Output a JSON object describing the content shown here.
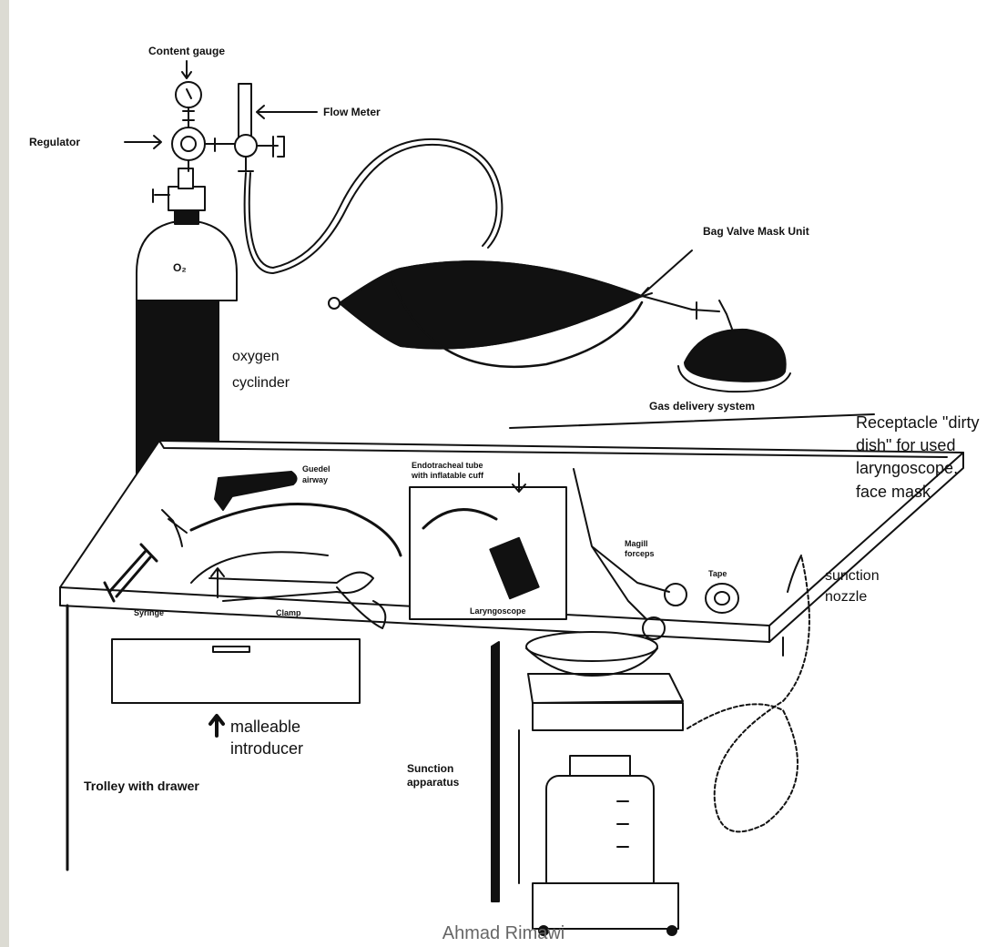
{
  "labels": {
    "content_gauge": "Content gauge",
    "flow_meter": "Flow Meter",
    "regulator": "Regulator",
    "cylinder_mark": "O₂",
    "bag_valve_mask": "Bag Valve Mask Unit",
    "oxygen": "oxygen",
    "cylinder": "cyclinder",
    "gas_delivery": "Gas delivery system",
    "receptacle_1": "Receptacle \"dirty",
    "receptacle_2": "dish\" for used",
    "receptacle_3": "laryngoscope,",
    "receptacle_4": "face mask",
    "guedel_1": "Guedel",
    "guedel_2": "airway",
    "et_tube_1": "Endotracheal tube",
    "et_tube_2": "with inflatable cuff",
    "magill_1": "Magill",
    "magill_2": "forceps",
    "tape": "Tape",
    "syringe": "Syringe",
    "clamp": "Clamp",
    "laryngoscope": "Laryngoscope",
    "suction_nozzle_1": "sunction",
    "suction_nozzle_2": "nozzle",
    "malleable_1": "malleable",
    "malleable_2": "introducer",
    "trolley": "Trolley with drawer",
    "suction_apparatus_1": "Sunction",
    "suction_apparatus_2": "apparatus"
  },
  "footer": {
    "author": "Ahmad Rimawi"
  }
}
